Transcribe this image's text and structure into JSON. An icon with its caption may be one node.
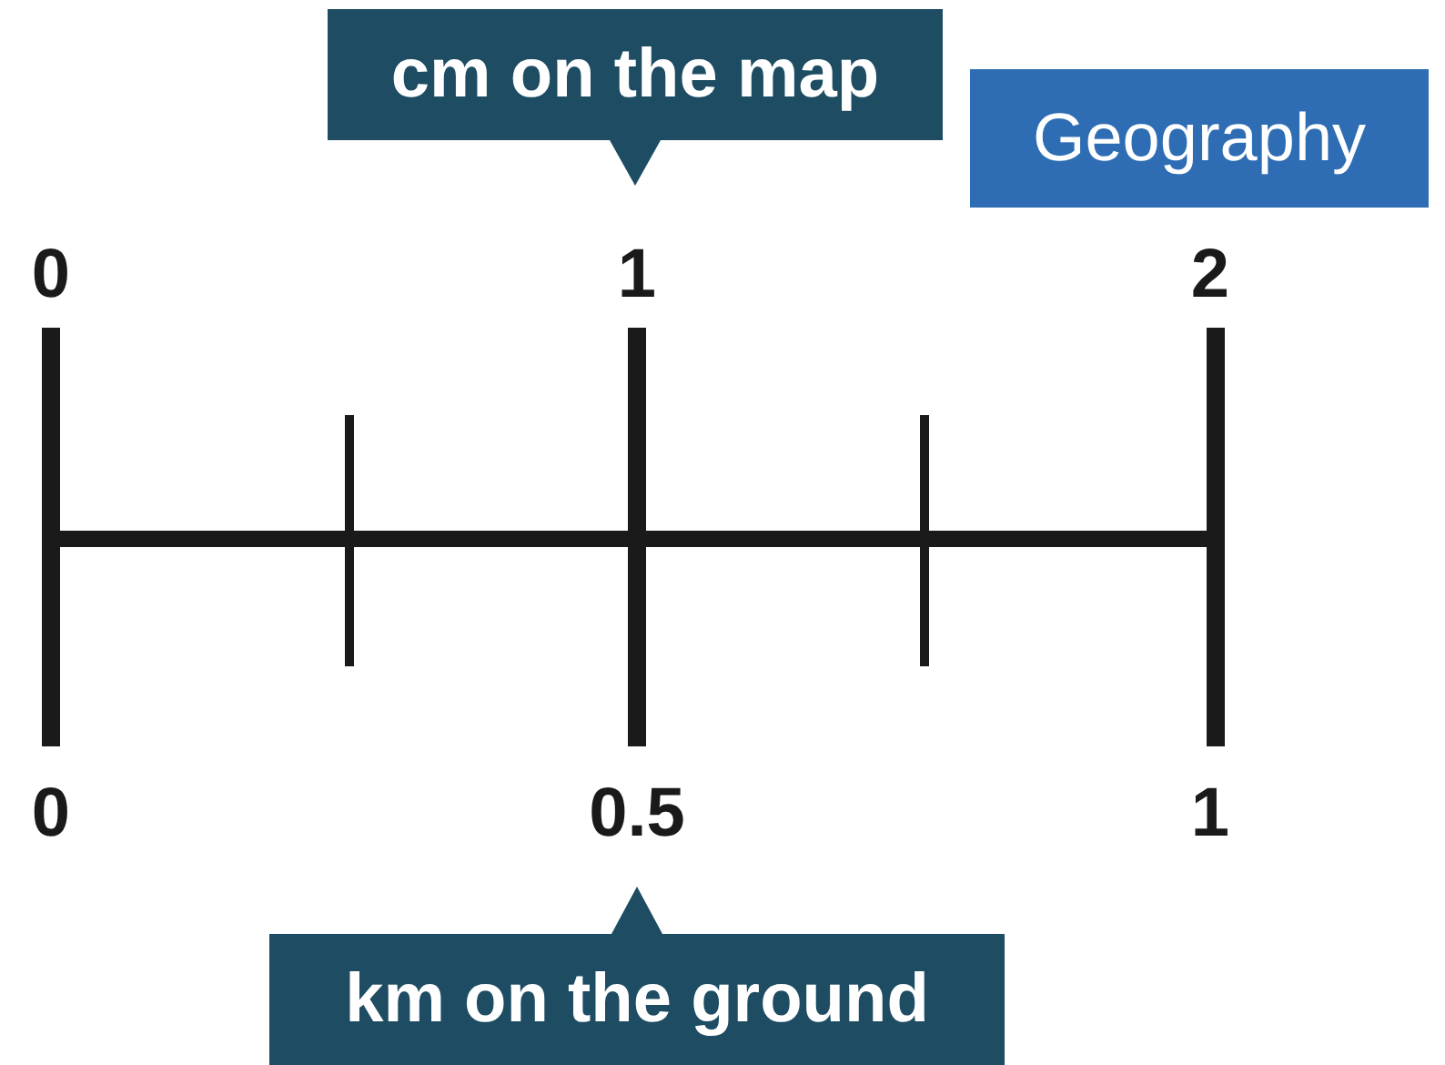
{
  "diagram": {
    "nodes": [
      {
        "text": [
          "cm on the map"
        ]
      },
      {
        "text": [
          "Geography"
        ]
      },
      {
        "text": [
          "km on the ground"
        ]
      }
    ],
    "labels": [
      "0",
      "1",
      "2",
      "0",
      "0.5",
      "1"
    ]
  }
}
